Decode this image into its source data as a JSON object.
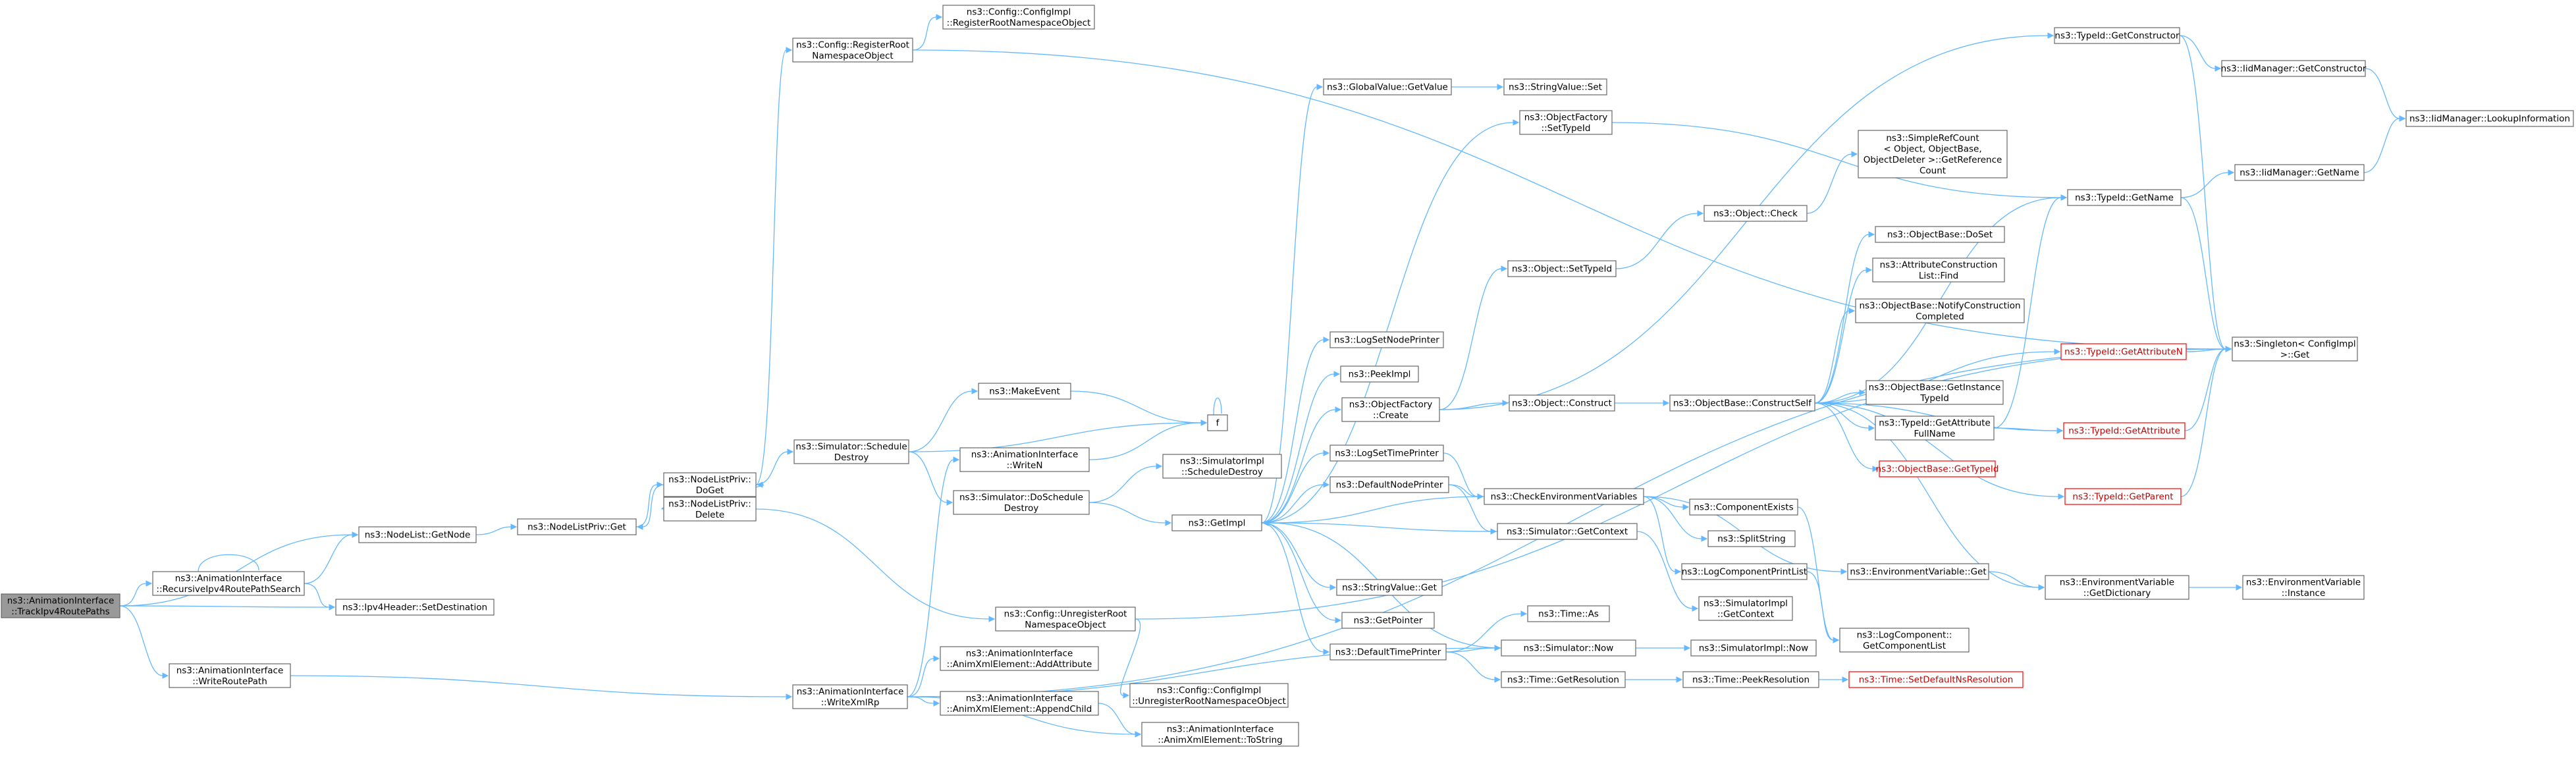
{
  "colors": {
    "edge": "#63b8ff",
    "node_border": "#666666",
    "root_fill": "#999999",
    "red_border": "#ff0000"
  },
  "nodes": [
    {
      "id": "root",
      "lines": [
        "ns3::AnimationInterface",
        "::TrackIpv4RoutePaths"
      ],
      "style": "root"
    },
    {
      "id": "rec",
      "lines": [
        "ns3::AnimationInterface",
        "::RecursiveIpv4RoutePathSearch"
      ]
    },
    {
      "id": "wrp",
      "lines": [
        "ns3::AnimationInterface",
        "::WriteRoutePath"
      ]
    },
    {
      "id": "getnode",
      "lines": [
        "ns3::NodeList::GetNode"
      ]
    },
    {
      "id": "setdest",
      "lines": [
        "ns3::Ipv4Header::SetDestination"
      ]
    },
    {
      "id": "nlpget",
      "lines": [
        "ns3::NodeListPriv::Get"
      ]
    },
    {
      "id": "doget",
      "lines": [
        "ns3::NodeListPriv::",
        "DoGet"
      ]
    },
    {
      "id": "delete",
      "lines": [
        "ns3::NodeListPriv::",
        "Delete"
      ]
    },
    {
      "id": "regroot",
      "lines": [
        "ns3::Config::RegisterRoot",
        "NamespaceObject"
      ]
    },
    {
      "id": "cfgreg",
      "lines": [
        "ns3::Config::ConfigImpl",
        "::RegisterRootNamespaceObject"
      ]
    },
    {
      "id": "schdes",
      "lines": [
        "ns3::Simulator::Schedule",
        "Destroy"
      ]
    },
    {
      "id": "makeevent",
      "lines": [
        "ns3::MakeEvent"
      ]
    },
    {
      "id": "f",
      "lines": [
        "f"
      ]
    },
    {
      "id": "writen",
      "lines": [
        "ns3::AnimationInterface",
        "::WriteN"
      ]
    },
    {
      "id": "doschdes",
      "lines": [
        "ns3::Simulator::DoSchedule",
        "Destroy"
      ]
    },
    {
      "id": "simimplsd",
      "lines": [
        "ns3::SimulatorImpl",
        "::ScheduleDestroy"
      ]
    },
    {
      "id": "unreg",
      "lines": [
        "ns3::Config::UnregisterRoot",
        "NamespaceObject"
      ]
    },
    {
      "id": "cfgunreg",
      "lines": [
        "ns3::Config::ConfigImpl",
        "::UnregisterRootNamespaceObject"
      ]
    },
    {
      "id": "writexml",
      "lines": [
        "ns3::AnimationInterface",
        "::WriteXmlRp"
      ]
    },
    {
      "id": "addattr",
      "lines": [
        "ns3::AnimationInterface",
        "::AnimXmlElement::AddAttribute"
      ]
    },
    {
      "id": "appendchild",
      "lines": [
        "ns3::AnimationInterface",
        "::AnimXmlElement::AppendChild"
      ]
    },
    {
      "id": "tostring",
      "lines": [
        "ns3::AnimationInterface",
        "::AnimXmlElement::ToString"
      ]
    },
    {
      "id": "getimpl",
      "lines": [
        "ns3::GetImpl"
      ]
    },
    {
      "id": "gvgetvalue",
      "lines": [
        "ns3::GlobalValue::GetValue"
      ]
    },
    {
      "id": "strset",
      "lines": [
        "ns3::StringValue::Set"
      ]
    },
    {
      "id": "ofsettypeid",
      "lines": [
        "ns3::ObjectFactory",
        "::SetTypeId"
      ]
    },
    {
      "id": "logsetnp",
      "lines": [
        "ns3::LogSetNodePrinter"
      ]
    },
    {
      "id": "peekimpl",
      "lines": [
        "ns3::PeekImpl"
      ]
    },
    {
      "id": "ofcreate",
      "lines": [
        "ns3::ObjectFactory",
        "::Create"
      ]
    },
    {
      "id": "logsettp",
      "lines": [
        "ns3::LogSetTimePrinter"
      ]
    },
    {
      "id": "defnp",
      "lines": [
        "ns3::DefaultNodePrinter"
      ]
    },
    {
      "id": "strget",
      "lines": [
        "ns3::StringValue::Get"
      ]
    },
    {
      "id": "getpointer",
      "lines": [
        "ns3::GetPointer"
      ]
    },
    {
      "id": "deftp",
      "lines": [
        "ns3::DefaultTimePrinter"
      ]
    },
    {
      "id": "objcheck",
      "lines": [
        "ns3::Object::Check"
      ]
    },
    {
      "id": "objsettypeid",
      "lines": [
        "ns3::Object::SetTypeId"
      ]
    },
    {
      "id": "objconstruct",
      "lines": [
        "ns3::Object::Construct"
      ]
    },
    {
      "id": "checkenv",
      "lines": [
        "ns3::CheckEnvironmentVariables"
      ]
    },
    {
      "id": "simgetctx",
      "lines": [
        "ns3::Simulator::GetContext"
      ]
    },
    {
      "id": "timeas",
      "lines": [
        "ns3::Time::As"
      ]
    },
    {
      "id": "simnow",
      "lines": [
        "ns3::Simulator::Now"
      ]
    },
    {
      "id": "timegetres",
      "lines": [
        "ns3::Time::GetResolution"
      ]
    },
    {
      "id": "simplerefcount",
      "lines": [
        "ns3::SimpleRefCount",
        "< Object, ObjectBase,",
        "ObjectDeleter >::GetReference",
        "Count"
      ]
    },
    {
      "id": "obconstructself",
      "lines": [
        "ns3::ObjectBase::ConstructSelf"
      ]
    },
    {
      "id": "compexists",
      "lines": [
        "ns3::ComponentExists"
      ]
    },
    {
      "id": "splitstring",
      "lines": [
        "ns3::SplitString"
      ]
    },
    {
      "id": "logcompprint",
      "lines": [
        "ns3::LogComponentPrintList"
      ]
    },
    {
      "id": "simimplgetctx",
      "lines": [
        "ns3::SimulatorImpl",
        "::GetContext"
      ]
    },
    {
      "id": "simimplnow",
      "lines": [
        "ns3::SimulatorImpl::Now"
      ]
    },
    {
      "id": "timepeekres",
      "lines": [
        "ns3::Time::PeekResolution"
      ]
    },
    {
      "id": "obdoset",
      "lines": [
        "ns3::ObjectBase::DoSet"
      ]
    },
    {
      "id": "attrconslist",
      "lines": [
        "ns3::AttributeConstruction",
        "List::Find"
      ]
    },
    {
      "id": "obnotify",
      "lines": [
        "ns3::ObjectBase::NotifyConstruction",
        "Completed"
      ]
    },
    {
      "id": "obgetinst",
      "lines": [
        "ns3::ObjectBase::GetInstance",
        "TypeId"
      ]
    },
    {
      "id": "tidgetattrfull",
      "lines": [
        "ns3::TypeId::GetAttribute",
        "FullName"
      ]
    },
    {
      "id": "obgettypeid",
      "lines": [
        "ns3::ObjectBase::GetTypeId"
      ],
      "style": "red"
    },
    {
      "id": "envget",
      "lines": [
        "ns3::EnvironmentVariable::Get"
      ]
    },
    {
      "id": "logcompgetlist",
      "lines": [
        "ns3::LogComponent::",
        "GetComponentList"
      ]
    },
    {
      "id": "timesetdef",
      "lines": [
        "ns3::Time::SetDefaultNsResolution"
      ],
      "style": "red"
    },
    {
      "id": "tidgetctor",
      "lines": [
        "ns3::TypeId::GetConstructor"
      ]
    },
    {
      "id": "tidgetname",
      "lines": [
        "ns3::TypeId::GetName"
      ]
    },
    {
      "id": "tidgetattrn",
      "lines": [
        "ns3::TypeId::GetAttributeN"
      ],
      "style": "red"
    },
    {
      "id": "tidgetattr",
      "lines": [
        "ns3::TypeId::GetAttribute"
      ],
      "style": "red"
    },
    {
      "id": "tidgetparent",
      "lines": [
        "ns3::TypeId::GetParent"
      ],
      "style": "red"
    },
    {
      "id": "envgetdict",
      "lines": [
        "ns3::EnvironmentVariable",
        "::GetDictionary"
      ]
    },
    {
      "id": "iidmgetctor",
      "lines": [
        "ns3::IidManager::GetConstructor"
      ]
    },
    {
      "id": "iidmgetname",
      "lines": [
        "ns3::IidManager::GetName"
      ]
    },
    {
      "id": "singleton",
      "lines": [
        "ns3::Singleton< ConfigImpl",
        ">::Get"
      ]
    },
    {
      "id": "envinst",
      "lines": [
        "ns3::EnvironmentVariable",
        "::Instance"
      ]
    },
    {
      "id": "iidmlookup",
      "lines": [
        "ns3::IidManager::LookupInformation"
      ]
    }
  ],
  "edges": [
    [
      "root",
      "getnode"
    ],
    [
      "root",
      "rec"
    ],
    [
      "root",
      "setdest"
    ],
    [
      "root",
      "wrp"
    ],
    [
      "rec",
      "getnode"
    ],
    [
      "rec",
      "rec"
    ],
    [
      "rec",
      "setdest"
    ],
    [
      "getnode",
      "nlpget"
    ],
    [
      "nlpget",
      "doget"
    ],
    [
      "doget",
      "nlpget"
    ],
    [
      "doget",
      "regroot"
    ],
    [
      "doget",
      "schdes"
    ],
    [
      "delete",
      "doget"
    ],
    [
      "delete",
      "unreg"
    ],
    [
      "regroot",
      "cfgreg"
    ],
    [
      "regroot",
      "singleton"
    ],
    [
      "schdes",
      "makeevent"
    ],
    [
      "schdes",
      "f"
    ],
    [
      "schdes",
      "doschdes"
    ],
    [
      "makeevent",
      "f"
    ],
    [
      "f",
      "f"
    ],
    [
      "writen",
      "f"
    ],
    [
      "doschdes",
      "simimplsd"
    ],
    [
      "doschdes",
      "getimpl"
    ],
    [
      "unreg",
      "cfgunreg"
    ],
    [
      "unreg",
      "singleton"
    ],
    [
      "wrp",
      "writexml"
    ],
    [
      "writexml",
      "addattr"
    ],
    [
      "writexml",
      "appendchild"
    ],
    [
      "writexml",
      "tostring"
    ],
    [
      "writexml",
      "writen"
    ],
    [
      "writexml",
      "simnow"
    ],
    [
      "appendchild",
      "tostring"
    ],
    [
      "getimpl",
      "gvgetvalue"
    ],
    [
      "getimpl",
      "ofsettypeid"
    ],
    [
      "getimpl",
      "logsetnp"
    ],
    [
      "getimpl",
      "peekimpl"
    ],
    [
      "getimpl",
      "ofcreate"
    ],
    [
      "getimpl",
      "logsettp"
    ],
    [
      "getimpl",
      "defnp"
    ],
    [
      "getimpl",
      "strget"
    ],
    [
      "getimpl",
      "getpointer"
    ],
    [
      "getimpl",
      "deftp"
    ],
    [
      "gvgetvalue",
      "strset"
    ],
    [
      "ofcreate",
      "objsettypeid"
    ],
    [
      "ofcreate",
      "objconstruct"
    ],
    [
      "ofcreate",
      "tidgetctor"
    ],
    [
      "ofsettypeid",
      "tidgetname"
    ],
    [
      "objsettypeid",
      "objcheck"
    ],
    [
      "objcheck",
      "simplerefcount"
    ],
    [
      "objconstruct",
      "obconstructself"
    ],
    [
      "logsettp",
      "checkenv"
    ],
    [
      "defnp",
      "checkenv"
    ],
    [
      "defnp",
      "simgetctx"
    ],
    [
      "checkenv",
      "compexists"
    ],
    [
      "checkenv",
      "splitstring"
    ],
    [
      "checkenv",
      "logcompprint"
    ],
    [
      "checkenv",
      "envget"
    ],
    [
      "checkenv",
      "getimpl"
    ],
    [
      "compexists",
      "logcompgetlist"
    ],
    [
      "logcompprint",
      "logcompgetlist"
    ],
    [
      "simgetctx",
      "getimpl"
    ],
    [
      "simgetctx",
      "simimplgetctx"
    ],
    [
      "deftp",
      "timeas"
    ],
    [
      "deftp",
      "simnow"
    ],
    [
      "deftp",
      "timegetres"
    ],
    [
      "simnow",
      "getimpl"
    ],
    [
      "simnow",
      "simimplnow"
    ],
    [
      "timegetres",
      "timepeekres"
    ],
    [
      "timepeekres",
      "timesetdef"
    ],
    [
      "obconstructself",
      "obdoset"
    ],
    [
      "obconstructself",
      "attrconslist"
    ],
    [
      "obconstructself",
      "obnotify"
    ],
    [
      "obconstructself",
      "obgetinst"
    ],
    [
      "obconstructself",
      "tidgetattrfull"
    ],
    [
      "obconstructself",
      "obgettypeid"
    ],
    [
      "obconstructself",
      "tidgetattrn"
    ],
    [
      "obconstructself",
      "tidgetattr"
    ],
    [
      "obconstructself",
      "tidgetparent"
    ],
    [
      "obconstructself",
      "tidgetname"
    ],
    [
      "obconstructself",
      "envgetdict"
    ],
    [
      "tidgetattrfull",
      "tidgetattr"
    ],
    [
      "tidgetattrfull",
      "tidgetname"
    ],
    [
      "envget",
      "envgetdict"
    ],
    [
      "envgetdict",
      "envinst"
    ],
    [
      "tidgetctor",
      "iidmgetctor"
    ],
    [
      "tidgetctor",
      "singleton"
    ],
    [
      "tidgetname",
      "iidmgetname"
    ],
    [
      "tidgetname",
      "singleton"
    ],
    [
      "tidgetattrn",
      "singleton"
    ],
    [
      "tidgetattr",
      "singleton"
    ],
    [
      "tidgetparent",
      "singleton"
    ],
    [
      "iidmgetctor",
      "iidmlookup"
    ],
    [
      "iidmgetname",
      "iidmlookup"
    ],
    [
      "writexml",
      "singleton"
    ]
  ]
}
